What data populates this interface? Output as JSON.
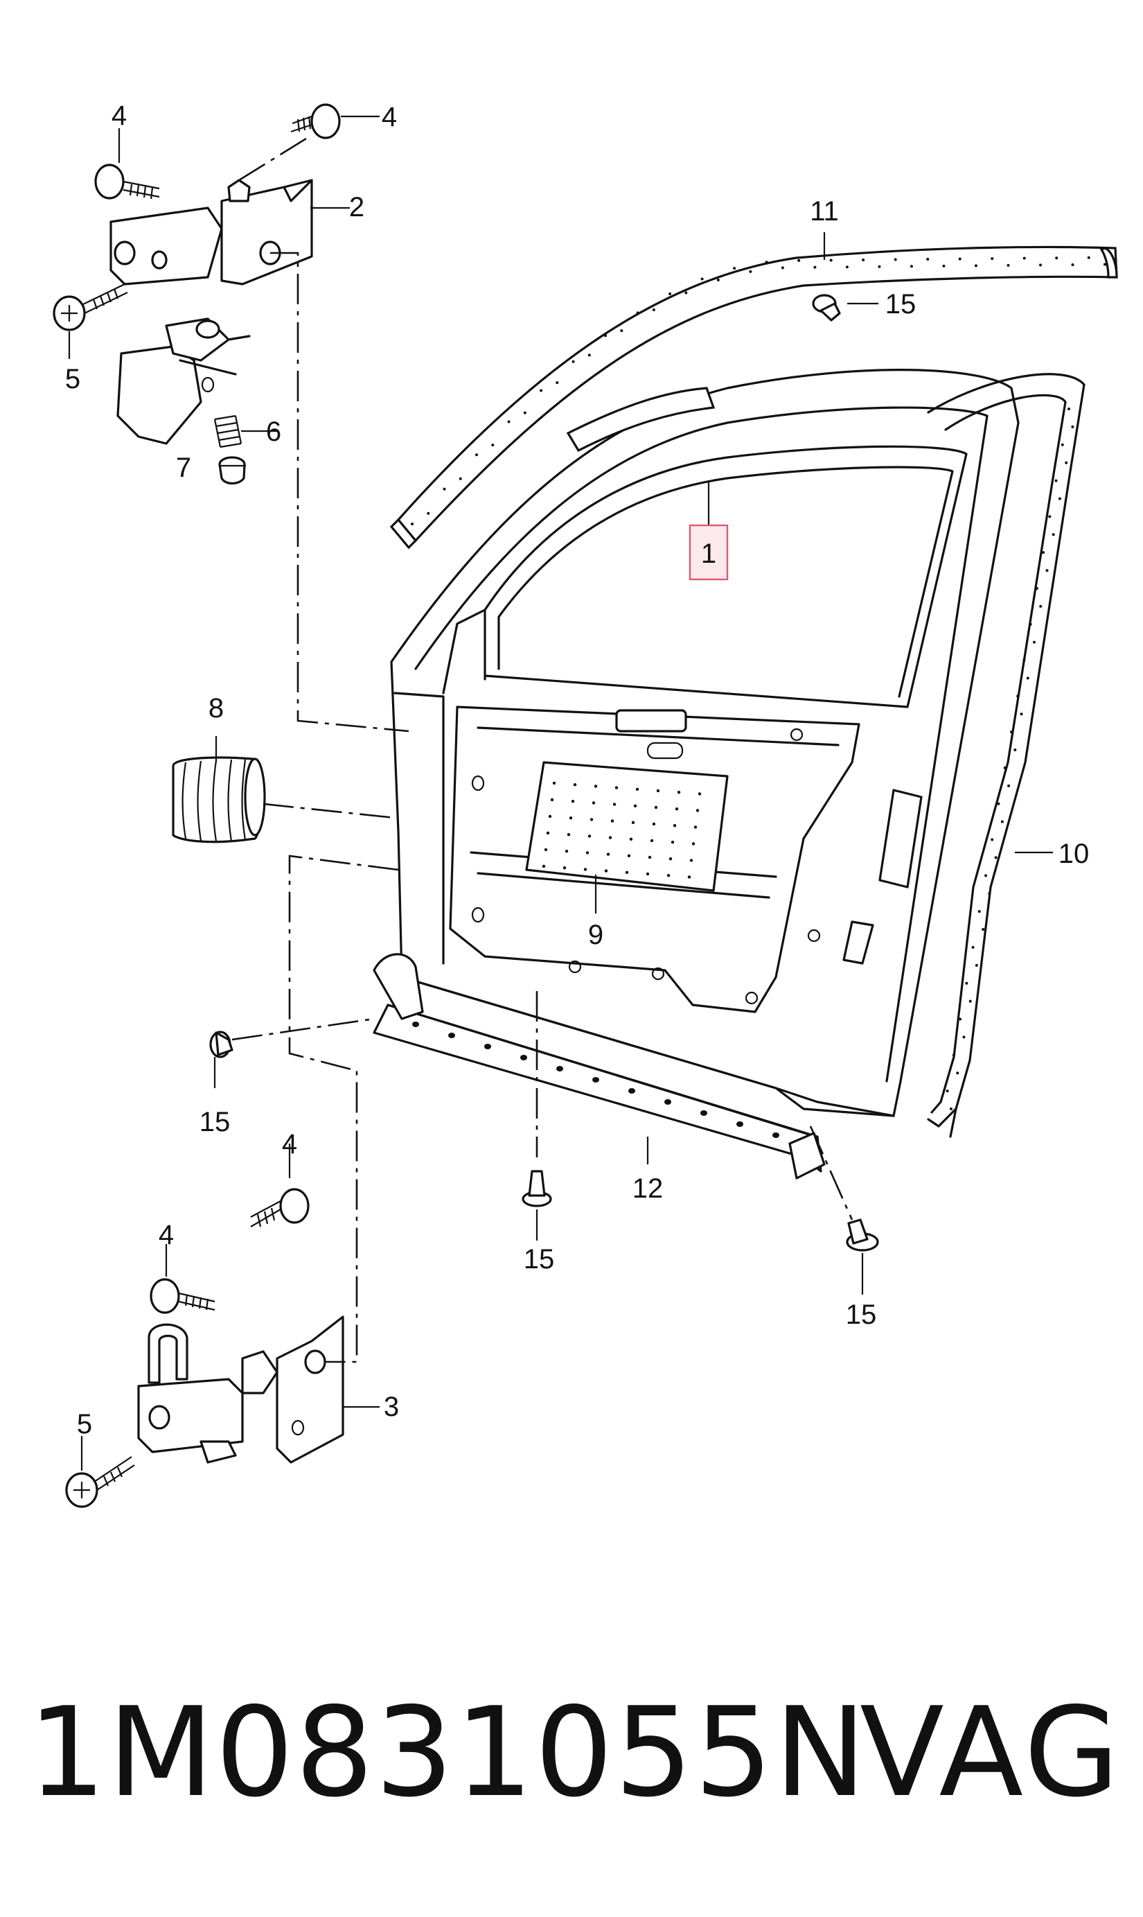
{
  "diagram": {
    "callouts": {
      "c1": "1",
      "c2": "2",
      "c3": "3",
      "c4a": "4",
      "c4b": "4",
      "c4c": "4",
      "c4d": "4",
      "c5a": "5",
      "c5b": "5",
      "c6": "6",
      "c7": "7",
      "c8": "8",
      "c9": "9",
      "c10": "10",
      "c11": "11",
      "c12": "12",
      "c15a": "15",
      "c15b": "15",
      "c15c": "15",
      "c15d": "15"
    },
    "highlight_color": "#e05a6e"
  },
  "footer": {
    "part_number": "1M0831055N",
    "brand": "VAG"
  }
}
